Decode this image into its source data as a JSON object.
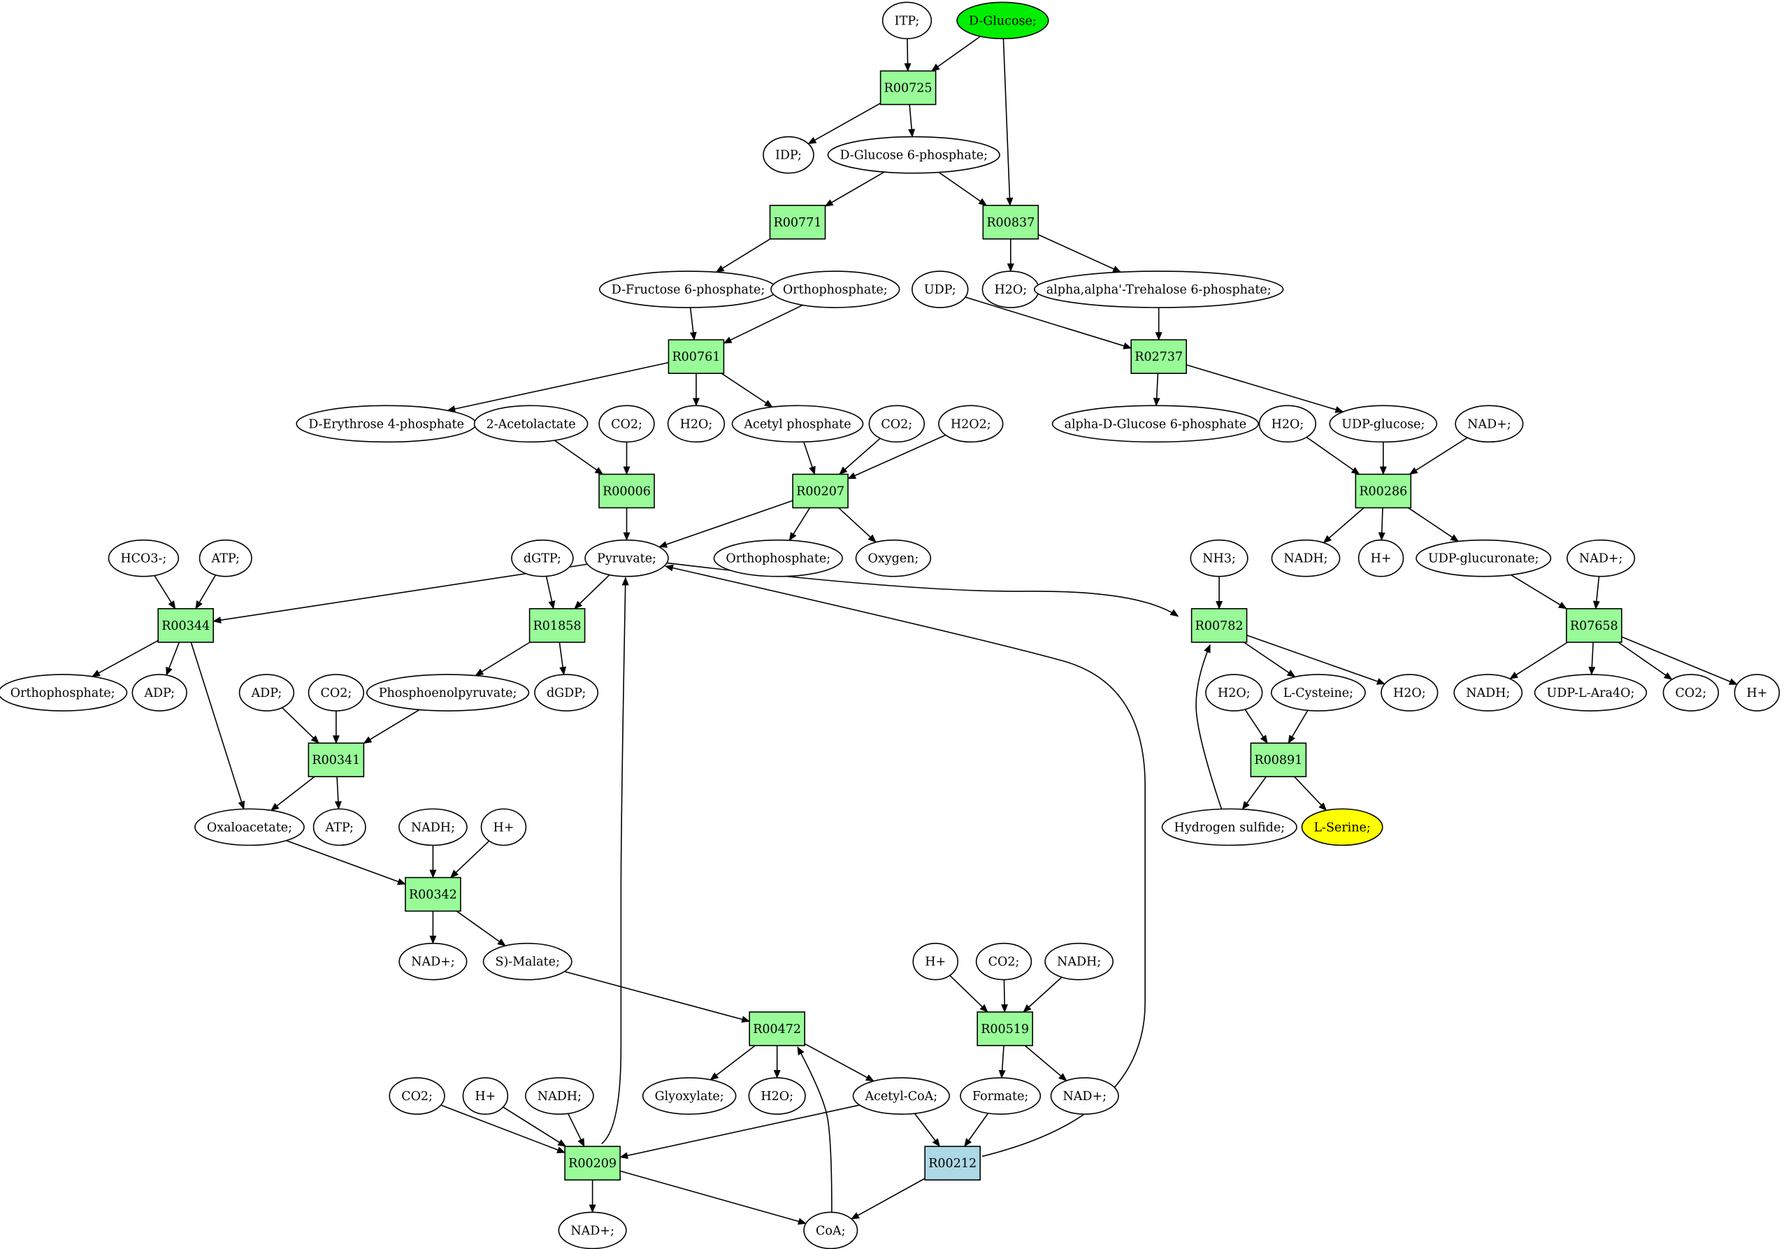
{
  "colors": {
    "reaction_fill": "#98fb98",
    "reaction_special_fill": "#add8e6",
    "metabolite_fill": "#ffffff",
    "source_fill": "#00ee00",
    "target_fill": "#ffff00",
    "stroke": "#000000"
  },
  "nodes": [
    {
      "id": "itp",
      "label": "ITP;",
      "kind": "metabolite"
    },
    {
      "id": "dglucose",
      "label": "D-Glucose;",
      "kind": "source"
    },
    {
      "id": "r00725",
      "label": "R00725",
      "kind": "reaction"
    },
    {
      "id": "idp",
      "label": "IDP;",
      "kind": "metabolite"
    },
    {
      "id": "g6p",
      "label": "D-Glucose 6-phosphate;",
      "kind": "metabolite"
    },
    {
      "id": "r00771",
      "label": "R00771",
      "kind": "reaction"
    },
    {
      "id": "r00837",
      "label": "R00837",
      "kind": "reaction"
    },
    {
      "id": "f6p",
      "label": "D-Fructose 6-phosphate;",
      "kind": "metabolite"
    },
    {
      "id": "ortho1",
      "label": "Orthophosphate;",
      "kind": "metabolite"
    },
    {
      "id": "udp",
      "label": "UDP;",
      "kind": "metabolite"
    },
    {
      "id": "h2o_837",
      "label": "H2O;",
      "kind": "metabolite"
    },
    {
      "id": "trehalose6p",
      "label": "alpha,alpha'-Trehalose 6-phosphate;",
      "kind": "metabolite"
    },
    {
      "id": "r00761",
      "label": "R00761",
      "kind": "reaction"
    },
    {
      "id": "r02737",
      "label": "R02737",
      "kind": "reaction"
    },
    {
      "id": "e4p",
      "label": "D-Erythrose 4-phosphate",
      "kind": "metabolite"
    },
    {
      "id": "acetolactate",
      "label": "2-Acetolactate",
      "kind": "metabolite"
    },
    {
      "id": "co2_006",
      "label": "CO2;",
      "kind": "metabolite"
    },
    {
      "id": "h2o_761",
      "label": "H2O;",
      "kind": "metabolite"
    },
    {
      "id": "acetylp",
      "label": "Acetyl phosphate",
      "kind": "metabolite"
    },
    {
      "id": "co2_207",
      "label": "CO2;",
      "kind": "metabolite"
    },
    {
      "id": "h2o2",
      "label": "H2O2;",
      "kind": "metabolite"
    },
    {
      "id": "ag1p",
      "label": "alpha-D-Glucose 6-phosphate",
      "kind": "metabolite"
    },
    {
      "id": "h2o_286",
      "label": "H2O;",
      "kind": "metabolite"
    },
    {
      "id": "udpglucose",
      "label": "UDP-glucose;",
      "kind": "metabolite"
    },
    {
      "id": "nadp_286",
      "label": "NAD+;",
      "kind": "metabolite"
    },
    {
      "id": "r00006",
      "label": "R00006",
      "kind": "reaction"
    },
    {
      "id": "r00207",
      "label": "R00207",
      "kind": "reaction"
    },
    {
      "id": "r00286",
      "label": "R00286",
      "kind": "reaction"
    },
    {
      "id": "hco3",
      "label": "HCO3-;",
      "kind": "metabolite"
    },
    {
      "id": "atp_344",
      "label": "ATP;",
      "kind": "metabolite"
    },
    {
      "id": "dgtp",
      "label": "dGTP;",
      "kind": "metabolite"
    },
    {
      "id": "pyruvate",
      "label": "Pyruvate;",
      "kind": "metabolite"
    },
    {
      "id": "ortho2",
      "label": "Orthophosphate;",
      "kind": "metabolite"
    },
    {
      "id": "oxygen",
      "label": "Oxygen;",
      "kind": "metabolite"
    },
    {
      "id": "nh3",
      "label": "NH3;",
      "kind": "metabolite"
    },
    {
      "id": "nadh_286",
      "label": "NADH;",
      "kind": "metabolite"
    },
    {
      "id": "hplus_286",
      "label": "H+",
      "kind": "metabolite"
    },
    {
      "id": "udpglucuronate",
      "label": "UDP-glucuronate;",
      "kind": "metabolite"
    },
    {
      "id": "nadp_7658",
      "label": "NAD+;",
      "kind": "metabolite"
    },
    {
      "id": "r00344",
      "label": "R00344",
      "kind": "reaction"
    },
    {
      "id": "r01858",
      "label": "R01858",
      "kind": "reaction"
    },
    {
      "id": "r00782",
      "label": "R00782",
      "kind": "reaction"
    },
    {
      "id": "r07658",
      "label": "R07658",
      "kind": "reaction"
    },
    {
      "id": "ortho3",
      "label": "Orthophosphate;",
      "kind": "metabolite"
    },
    {
      "id": "adp_344",
      "label": "ADP;",
      "kind": "metabolite"
    },
    {
      "id": "adp_341",
      "label": "ADP;",
      "kind": "metabolite"
    },
    {
      "id": "co2_341",
      "label": "CO2;",
      "kind": "metabolite"
    },
    {
      "id": "pep",
      "label": "Phosphoenolpyruvate;",
      "kind": "metabolite"
    },
    {
      "id": "dgdp",
      "label": "dGDP;",
      "kind": "metabolite"
    },
    {
      "id": "h2o_891",
      "label": "H2O;",
      "kind": "metabolite"
    },
    {
      "id": "lcysteine",
      "label": "L-Cysteine;",
      "kind": "metabolite"
    },
    {
      "id": "h2o_782",
      "label": "H2O;",
      "kind": "metabolite"
    },
    {
      "id": "nadh_7658",
      "label": "NADH;",
      "kind": "metabolite"
    },
    {
      "id": "udpara",
      "label": "UDP-L-Ara4O;",
      "kind": "metabolite"
    },
    {
      "id": "co2_7658",
      "label": "CO2;",
      "kind": "metabolite"
    },
    {
      "id": "hplus_7658",
      "label": "H+",
      "kind": "metabolite"
    },
    {
      "id": "r00341",
      "label": "R00341",
      "kind": "reaction"
    },
    {
      "id": "r00891",
      "label": "R00891",
      "kind": "reaction"
    },
    {
      "id": "oxaloacetate",
      "label": "Oxaloacetate;",
      "kind": "metabolite"
    },
    {
      "id": "atp_341",
      "label": "ATP;",
      "kind": "metabolite"
    },
    {
      "id": "nadh_342",
      "label": "NADH;",
      "kind": "metabolite"
    },
    {
      "id": "hplus_342",
      "label": "H+",
      "kind": "metabolite"
    },
    {
      "id": "h2s",
      "label": "Hydrogen sulfide;",
      "kind": "metabolite"
    },
    {
      "id": "lserine",
      "label": "L-Serine;",
      "kind": "target"
    },
    {
      "id": "r00342",
      "label": "R00342",
      "kind": "reaction"
    },
    {
      "id": "nadp_342",
      "label": "NAD+;",
      "kind": "metabolite"
    },
    {
      "id": "malate",
      "label": "S)-Malate;",
      "kind": "metabolite"
    },
    {
      "id": "hplus_519",
      "label": "H+",
      "kind": "metabolite"
    },
    {
      "id": "co2_519",
      "label": "CO2;",
      "kind": "metabolite"
    },
    {
      "id": "nadh_519",
      "label": "NADH;",
      "kind": "metabolite"
    },
    {
      "id": "r00472",
      "label": "R00472",
      "kind": "reaction"
    },
    {
      "id": "r00519",
      "label": "R00519",
      "kind": "reaction"
    },
    {
      "id": "co2_209",
      "label": "CO2;",
      "kind": "metabolite"
    },
    {
      "id": "hplus_209",
      "label": "H+",
      "kind": "metabolite"
    },
    {
      "id": "nadh_209",
      "label": "NADH;",
      "kind": "metabolite"
    },
    {
      "id": "glyoxylate",
      "label": "Glyoxylate;",
      "kind": "metabolite"
    },
    {
      "id": "h2o_472",
      "label": "H2O;",
      "kind": "metabolite"
    },
    {
      "id": "acetylcoa",
      "label": "Acetyl-CoA;",
      "kind": "metabolite"
    },
    {
      "id": "formate",
      "label": "Formate;",
      "kind": "metabolite"
    },
    {
      "id": "nadp_519",
      "label": "NAD+;",
      "kind": "metabolite"
    },
    {
      "id": "r00209",
      "label": "R00209",
      "kind": "reaction"
    },
    {
      "id": "r00212",
      "label": "R00212",
      "kind": "reaction_special"
    },
    {
      "id": "nadp_209",
      "label": "NAD+;",
      "kind": "metabolite"
    },
    {
      "id": "coa",
      "label": "CoA;",
      "kind": "metabolite"
    }
  ],
  "edges": [
    [
      "itp",
      "r00725"
    ],
    [
      "dglucose",
      "r00725"
    ],
    [
      "r00725",
      "idp"
    ],
    [
      "r00725",
      "g6p"
    ],
    [
      "dglucose",
      "r00837"
    ],
    [
      "g6p",
      "r00771"
    ],
    [
      "g6p",
      "r00837"
    ],
    [
      "r00771",
      "f6p"
    ],
    [
      "r00837",
      "h2o_837"
    ],
    [
      "r00837",
      "trehalose6p"
    ],
    [
      "f6p",
      "r00761"
    ],
    [
      "ortho1",
      "r00761"
    ],
    [
      "udp",
      "r02737"
    ],
    [
      "trehalose6p",
      "r02737"
    ],
    [
      "r00761",
      "e4p"
    ],
    [
      "r00761",
      "h2o_761"
    ],
    [
      "r00761",
      "acetylp"
    ],
    [
      "r02737",
      "ag1p"
    ],
    [
      "r02737",
      "udpglucose"
    ],
    [
      "acetolactate",
      "r00006"
    ],
    [
      "co2_006",
      "r00006"
    ],
    [
      "acetylp",
      "r00207"
    ],
    [
      "co2_207",
      "r00207"
    ],
    [
      "h2o2",
      "r00207"
    ],
    [
      "h2o_286",
      "r00286"
    ],
    [
      "udpglucose",
      "r00286"
    ],
    [
      "nadp_286",
      "r00286"
    ],
    [
      "r00006",
      "pyruvate"
    ],
    [
      "r00207",
      "pyruvate"
    ],
    [
      "r00207",
      "ortho2"
    ],
    [
      "r00207",
      "oxygen"
    ],
    [
      "r00286",
      "nadh_286"
    ],
    [
      "r00286",
      "hplus_286"
    ],
    [
      "r00286",
      "udpglucuronate"
    ],
    [
      "hco3",
      "r00344"
    ],
    [
      "atp_344",
      "r00344"
    ],
    [
      "pyruvate",
      "r00344"
    ],
    [
      "dgtp",
      "r01858"
    ],
    [
      "pyruvate",
      "r01858"
    ],
    [
      "pyruvate",
      "r00782"
    ],
    [
      "nh3",
      "r00782"
    ],
    [
      "udpglucuronate",
      "r07658"
    ],
    [
      "nadp_7658",
      "r07658"
    ],
    [
      "r00344",
      "ortho3"
    ],
    [
      "r00344",
      "adp_344"
    ],
    [
      "r00344",
      "oxaloacetate"
    ],
    [
      "r01858",
      "pep"
    ],
    [
      "r01858",
      "dgdp"
    ],
    [
      "r00782",
      "lcysteine"
    ],
    [
      "r00782",
      "h2o_782"
    ],
    [
      "r07658",
      "nadh_7658"
    ],
    [
      "r07658",
      "udpara"
    ],
    [
      "r07658",
      "co2_7658"
    ],
    [
      "r07658",
      "hplus_7658"
    ],
    [
      "adp_341",
      "r00341"
    ],
    [
      "co2_341",
      "r00341"
    ],
    [
      "pep",
      "r00341"
    ],
    [
      "h2o_891",
      "r00891"
    ],
    [
      "lcysteine",
      "r00891"
    ],
    [
      "r00341",
      "oxaloacetate"
    ],
    [
      "r00341",
      "atp_341"
    ],
    [
      "r00891",
      "h2s"
    ],
    [
      "r00891",
      "lserine"
    ],
    [
      "h2s",
      "r00782"
    ],
    [
      "oxaloacetate",
      "r00342"
    ],
    [
      "nadh_342",
      "r00342"
    ],
    [
      "hplus_342",
      "r00342"
    ],
    [
      "r00342",
      "nadp_342"
    ],
    [
      "r00342",
      "malate"
    ],
    [
      "malate",
      "r00472"
    ],
    [
      "hplus_519",
      "r00519"
    ],
    [
      "co2_519",
      "r00519"
    ],
    [
      "nadh_519",
      "r00519"
    ],
    [
      "r00472",
      "glyoxylate"
    ],
    [
      "r00472",
      "h2o_472"
    ],
    [
      "r00472",
      "acetylcoa"
    ],
    [
      "r00519",
      "formate"
    ],
    [
      "r00519",
      "nadp_519"
    ],
    [
      "co2_209",
      "r00209"
    ],
    [
      "hplus_209",
      "r00209"
    ],
    [
      "nadh_209",
      "r00209"
    ],
    [
      "acetylcoa",
      "r00209"
    ],
    [
      "acetylcoa",
      "r00212"
    ],
    [
      "formate",
      "r00212"
    ],
    [
      "r00209",
      "pyruvate"
    ],
    [
      "r00209",
      "nadp_209"
    ],
    [
      "r00209",
      "coa"
    ],
    [
      "r00212",
      "coa"
    ],
    [
      "r00212",
      "pyruvate"
    ],
    [
      "coa",
      "r00472"
    ]
  ]
}
